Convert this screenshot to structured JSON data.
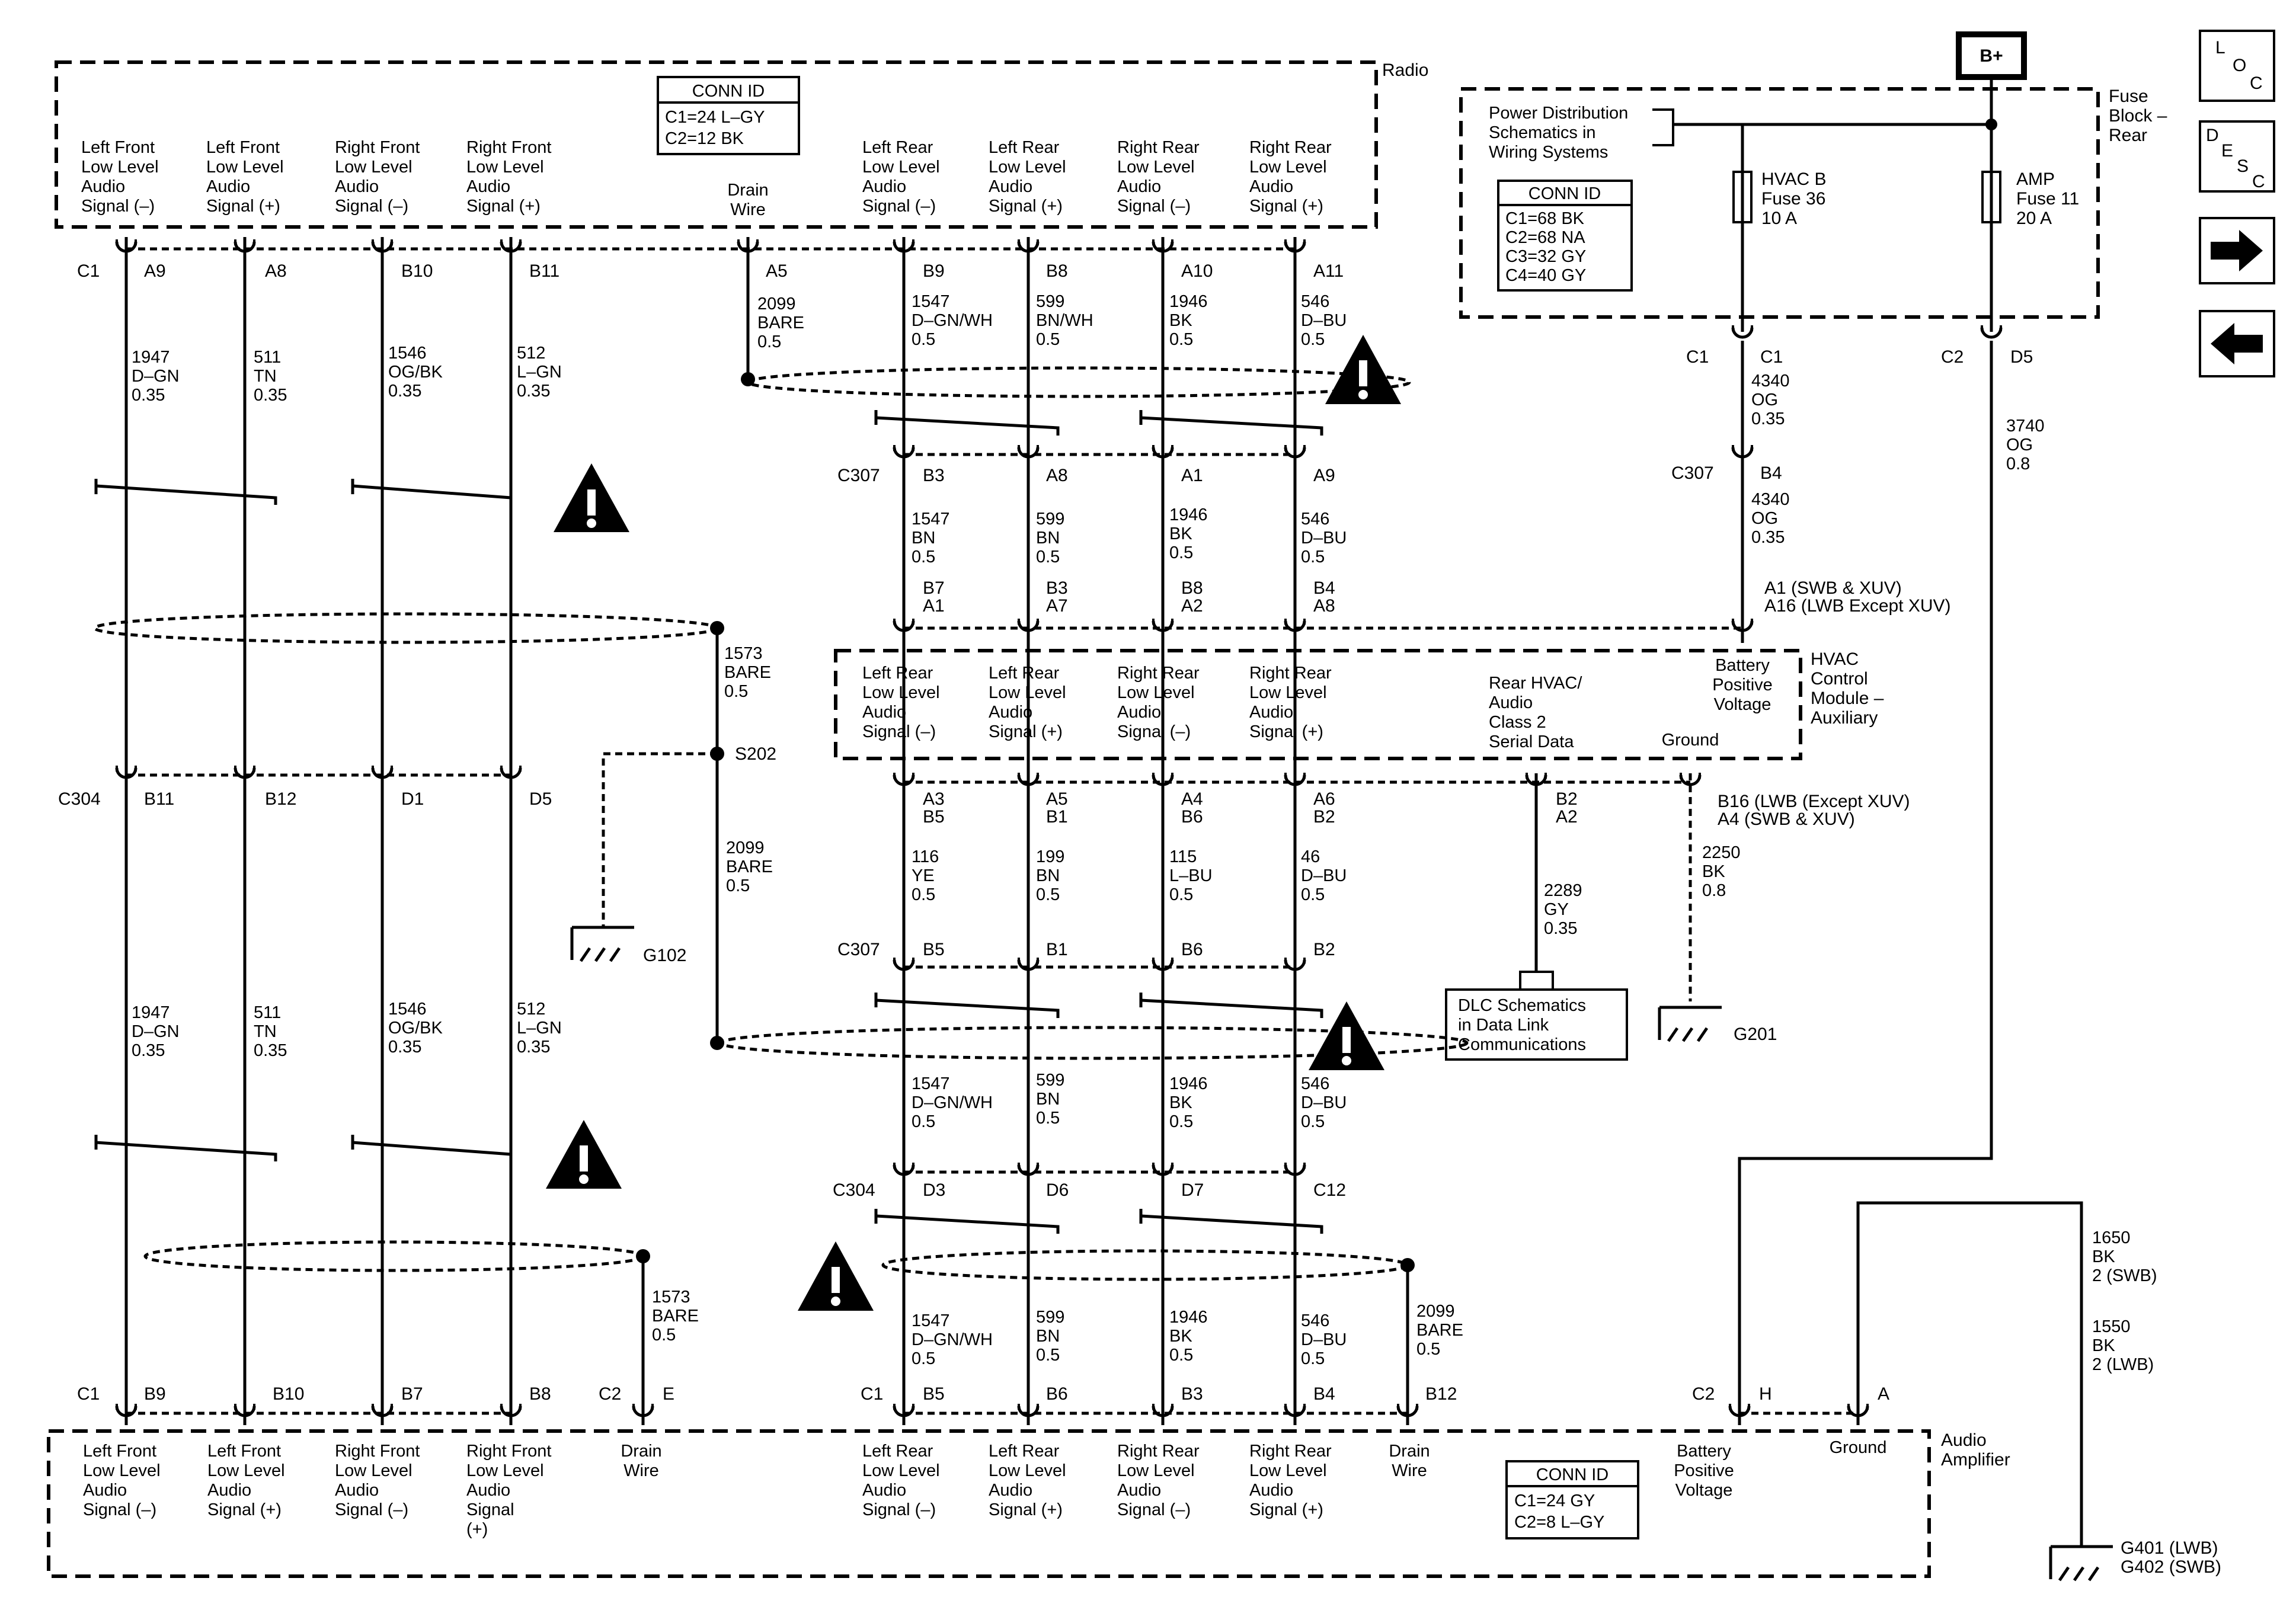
{
  "modules": {
    "radio": "Radio",
    "fuse_block": [
      "Fuse",
      "Block –",
      "Rear"
    ],
    "hvac": [
      "HVAC",
      "Control",
      "Module –",
      "Auxiliary"
    ],
    "amp": [
      "Audio",
      "Amplifier"
    ],
    "bplus": "B+"
  },
  "conn_ids": {
    "radio": [
      "CONN ID",
      "C1=24 L–GY",
      "C2=12 BK"
    ],
    "fuse": [
      "CONN ID",
      "C1=68 BK",
      "C2=68 NA",
      "C3=32 GY",
      "C4=40 GY"
    ],
    "amp": [
      "CONN ID",
      "C1=24 GY",
      "C2=8 L–GY"
    ]
  },
  "power_dist": [
    "Power Distribution",
    "Schematics in",
    "Wiring Systems"
  ],
  "fuses": {
    "hvac": [
      "HVAC B",
      "Fuse 36",
      "10 A"
    ],
    "amp": [
      "AMP",
      "Fuse 11",
      "20 A"
    ]
  },
  "nav": {
    "loc": [
      "L",
      "O",
      "C"
    ],
    "desc": [
      "D",
      "E",
      "S",
      "C"
    ]
  },
  "radio_sigs": {
    "lf_neg": [
      "Left Front",
      "Low Level",
      "Audio",
      "Signal (–)"
    ],
    "lf_pos": [
      "Left Front",
      "Low Level",
      "Audio",
      "Signal (+)"
    ],
    "rf_neg": [
      "Right Front",
      "Low Level",
      "Audio",
      "Signal (–)"
    ],
    "rf_pos": [
      "Right Front",
      "Low Level",
      "Audio",
      "Signal (+)"
    ],
    "drain": [
      "Drain",
      "Wire"
    ],
    "lr_neg": [
      "Left Rear",
      "Low Level",
      "Audio",
      "Signal (–)"
    ],
    "lr_pos": [
      "Left Rear",
      "Low Level",
      "Audio",
      "Signal (+)"
    ],
    "rr_neg": [
      "Right Rear",
      "Low Level",
      "Audio",
      "Signal (–)"
    ],
    "rr_pos": [
      "Right Rear",
      "Low Level",
      "Audio",
      "Signal (+)"
    ]
  },
  "hvac_sigs": {
    "lr_neg": [
      "Left Rear",
      "Low Level",
      "Audio",
      "Signal (–)"
    ],
    "lr_pos": [
      "Left Rear",
      "Low Level",
      "Audio",
      "Signal (+)"
    ],
    "rr_neg": [
      "Right Rear",
      "Low Level",
      "Audio",
      "Signal (–)"
    ],
    "rr_pos": [
      "Right Rear",
      "Low Level",
      "Audio",
      "Signal (+)"
    ],
    "serial": [
      "Rear HVAC/",
      "Audio",
      "Class 2",
      "Serial Data"
    ],
    "batt": [
      "Battery",
      "Positive",
      "Voltage"
    ],
    "ground": "Ground"
  },
  "amp_sigs": {
    "lf_neg": [
      "Left Front",
      "Low Level",
      "Audio",
      "Signal (–)"
    ],
    "lf_pos": [
      "Left Front",
      "Low Level",
      "Audio",
      "Signal (+)"
    ],
    "rf_neg": [
      "Right Front",
      "Low Level",
      "Audio",
      "Signal (–)"
    ],
    "rf_pos": [
      "Right Front",
      "Low Level",
      "Audio",
      "Signal",
      "(+)"
    ],
    "drain_l": [
      "Drain",
      "Wire"
    ],
    "lr_neg": [
      "Left Rear",
      "Low Level",
      "Audio",
      "Signal (–)"
    ],
    "lr_pos": [
      "Left Rear",
      "Low Level",
      "Audio",
      "Signal (+)"
    ],
    "rr_neg": [
      "Right Rear",
      "Low Level",
      "Audio",
      "Signal (–)"
    ],
    "rr_pos": [
      "Right Rear",
      "Low Level",
      "Audio",
      "Signal (+)"
    ],
    "drain_r": [
      "Drain",
      "Wire"
    ],
    "batt": [
      "Battery",
      "Positive",
      "Voltage"
    ],
    "ground": "Ground"
  },
  "connectors": {
    "c1": "C1",
    "c2": "C2",
    "c304": "C304",
    "c307": "C307",
    "c304b": "C304",
    "c307b": "C307",
    "c307c": "C307",
    "c1_amp": "C1",
    "c2_amp_l": "C2",
    "c1_amp_r": "C1",
    "c2_amp_r": "C2",
    "c1_fuse": "C1",
    "c2_fuse": "C2"
  },
  "pins": {
    "r_a9": "A9",
    "r_a8": "A8",
    "r_b10": "B10",
    "r_b11": "B11",
    "r_a5": "A5",
    "r_b9": "B9",
    "r_b8": "B8",
    "r_a10": "A10",
    "r_a11": "A11",
    "c307_b3": "B3",
    "c307_a8": "A8",
    "c307_a1": "A1",
    "c307_a9": "A9",
    "h_b7a1": [
      "B7",
      "A1"
    ],
    "h_b3a7": [
      "B3",
      "A7"
    ],
    "h_b8a2": [
      "B8",
      "A2"
    ],
    "h_b4a8": [
      "B4",
      "A8"
    ],
    "h_batt": [
      "A1 (SWB & XUV)",
      "A16 (LWB Except XUV)"
    ],
    "h_a3b5": [
      "A3",
      "B5"
    ],
    "h_a5b1": [
      "A5",
      "B1"
    ],
    "h_a4b6": [
      "A4",
      "B6"
    ],
    "h_a6b2": [
      "A6",
      "B2"
    ],
    "h_b2a2": [
      "B2",
      "A2"
    ],
    "h_gnd": [
      "B16 (LWB (Except XUV)",
      "A4 (SWB & XUV)"
    ],
    "c304_b11": "B11",
    "c304_b12": "B12",
    "c304_d1": "D1",
    "c304_d5": "D5",
    "c307b_b5": "B5",
    "c307b_b1": "B1",
    "c307b_b6": "B6",
    "c307b_b2": "B2",
    "c304b_d3": "D3",
    "c304b_d6": "D6",
    "c304b_d7": "D7",
    "c304b_c12": "C12",
    "a_b9": "B9",
    "a_b10": "B10",
    "a_b7": "B7",
    "a_b8": "B8",
    "a_e": "E",
    "a_b5": "B5",
    "a_b6": "B6",
    "a_b3": "B3",
    "a_b4": "B4",
    "a_b12": "B12",
    "a_h": "H",
    "a_a": "A",
    "f_c1": "C1",
    "f_d5": "D5",
    "c307c_b4": "B4"
  },
  "splice": "S202",
  "grounds": {
    "g102": "G102",
    "g201": "G201",
    "g401": [
      "G401 (LWB)",
      "G402 (SWB)"
    ]
  },
  "dlc": [
    "DLC Schematics",
    "in Data Link",
    "Communications"
  ],
  "wires": {
    "w1": [
      "1947",
      "D–GN",
      "0.35"
    ],
    "w2": [
      "511",
      "TN",
      "0.35"
    ],
    "w3": [
      "1546",
      "OG/BK",
      "0.35"
    ],
    "w4": [
      "512",
      "L–GN",
      "0.35"
    ],
    "w5": [
      "2099",
      "BARE",
      "0.5"
    ],
    "w6": [
      "1547",
      "D–GN/WH",
      "0.5"
    ],
    "w7": [
      "599",
      "BN/WH",
      "0.5"
    ],
    "w8": [
      "1946",
      "BK",
      "0.5"
    ],
    "w9": [
      "546",
      "D–BU",
      "0.5"
    ],
    "w10": [
      "1547",
      "BN",
      "0.5"
    ],
    "w11": [
      "599",
      "BN",
      "0.5"
    ],
    "w12": [
      "1946",
      "BK",
      "0.5"
    ],
    "w13": [
      "546",
      "D–BU",
      "0.5"
    ],
    "w14": [
      "1573",
      "BARE",
      "0.5"
    ],
    "w15": [
      "2099",
      "BARE",
      "0.5"
    ],
    "w16": [
      "1947",
      "D–GN",
      "0.35"
    ],
    "w17": [
      "511",
      "TN",
      "0.35"
    ],
    "w18": [
      "1546",
      "OG/BK",
      "0.35"
    ],
    "w19": [
      "512",
      "L–GN",
      "0.35"
    ],
    "w20": [
      "116",
      "YE",
      "0.5"
    ],
    "w21": [
      "199",
      "BN",
      "0.5"
    ],
    "w22": [
      "115",
      "L–BU",
      "0.5"
    ],
    "w23": [
      "46",
      "D–BU",
      "0.5"
    ],
    "w24": [
      "1547",
      "D–GN/WH",
      "0.5"
    ],
    "w25": [
      "599",
      "BN",
      "0.5"
    ],
    "w26": [
      "1946",
      "BK",
      "0.5"
    ],
    "w27": [
      "546",
      "D–BU",
      "0.5"
    ],
    "w28": [
      "1547",
      "D–GN/WH",
      "0.5"
    ],
    "w29": [
      "599",
      "BN",
      "0.5"
    ],
    "w30": [
      "1946",
      "BK",
      "0.5"
    ],
    "w31": [
      "546",
      "D–BU",
      "0.5"
    ],
    "w32": [
      "1573",
      "BARE",
      "0.5"
    ],
    "w33": [
      "2099",
      "BARE",
      "0.5"
    ],
    "w34": [
      "4340",
      "OG",
      "0.35"
    ],
    "w35": [
      "4340",
      "OG",
      "0.35"
    ],
    "w36": [
      "3740",
      "OG",
      "0.8"
    ],
    "w37": [
      "2289",
      "GY",
      "0.35"
    ],
    "w38": [
      "2250",
      "BK",
      "0.8"
    ],
    "w39": [
      "1650",
      "BK",
      "2 (SWB)"
    ],
    "w40": [
      "1550",
      "BK",
      "2 (LWB)"
    ]
  }
}
